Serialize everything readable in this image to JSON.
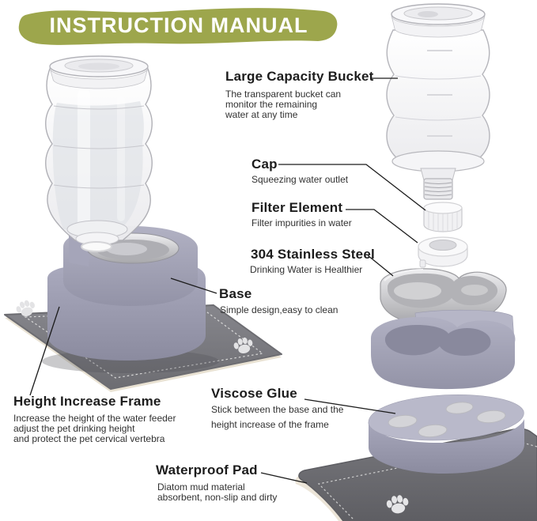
{
  "banner": {
    "title": "INSTRUCTION MANUAL"
  },
  "labels": {
    "bucket": {
      "title": "Large Capacity Bucket",
      "line1": "The transparent bucket can",
      "line2": "monitor the remaining",
      "line3": "water at any time"
    },
    "cap": {
      "title": "Cap",
      "line1": "Squeezing water outlet"
    },
    "filter": {
      "title": "Filter Element",
      "line1": "Filter impurities in water"
    },
    "steel": {
      "title": "304 Stainless Steel",
      "line1": "Drinking Water is Healthier"
    },
    "base": {
      "title": "Base",
      "line1": "Simple design,easy to clean"
    },
    "frame": {
      "title": "Height Increase Frame",
      "line1": "Increase the height of the water feeder",
      "line2": "adjust the pet drinking height",
      "line3": "and protect the pet cervical vertebra"
    },
    "glue": {
      "title": "Viscose Glue",
      "line1": "Stick between the base and the",
      "line2": "height increase of the frame"
    },
    "pad": {
      "title": "Waterproof Pad",
      "line1": "Diatom mud material",
      "line2": "absorbent, non-slip and dirty"
    }
  },
  "colors": {
    "banner_green": "#9da64c",
    "heading_text": "#1c1c1c",
    "body_text": "#313131",
    "base_lavender": "#a3a3b7",
    "mat_gray": "#77777c",
    "pad_dark": "#67676c",
    "steel_silver": "#c9c9cc",
    "glue_pad_gray": "#d4d4d8"
  }
}
